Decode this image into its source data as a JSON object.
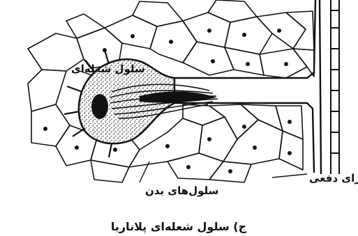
{
  "figure": {
    "caption": "ج) سلول شعله‌ای پلاناریا",
    "labels": {
      "flame_cell": "سلول شعله‌ای",
      "excretory_canal": "مجرای دفعی",
      "body_cells": "سلول‌های بدن"
    }
  },
  "colors": {
    "ink": "#111111",
    "background": "#ffffff"
  }
}
